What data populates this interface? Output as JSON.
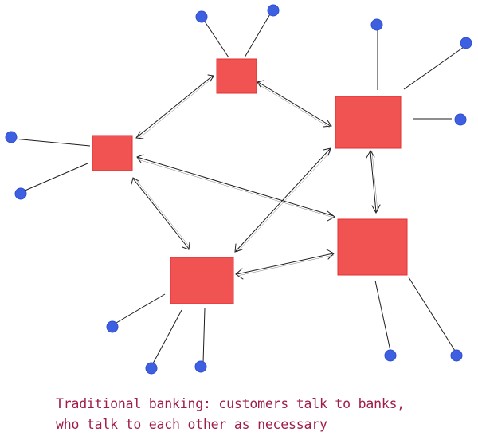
{
  "caption": {
    "line1": "Traditional banking: customers talk to banks,",
    "line2": "who talk to each other as necessary"
  },
  "colors": {
    "bank_fill": "#f15353",
    "customer_fill": "#3d5fe0",
    "connector": "#1e1e1e",
    "caption_text": "#a01d4b"
  },
  "diagram": {
    "banks": [
      {
        "id": "bank-top"
      },
      {
        "id": "bank-left"
      },
      {
        "id": "bank-right-upper"
      },
      {
        "id": "bank-right-lower"
      },
      {
        "id": "bank-bottom"
      }
    ],
    "bank_links": [
      {
        "from": "bank-top",
        "to": "bank-left",
        "bidirectional": true
      },
      {
        "from": "bank-top",
        "to": "bank-right-upper",
        "bidirectional": true
      },
      {
        "from": "bank-left",
        "to": "bank-bottom",
        "bidirectional": true
      },
      {
        "from": "bank-left",
        "to": "bank-right-lower",
        "bidirectional": true
      },
      {
        "from": "bank-right-upper",
        "to": "bank-right-lower",
        "bidirectional": true
      },
      {
        "from": "bank-right-upper",
        "to": "bank-bottom",
        "bidirectional": true
      },
      {
        "from": "bank-bottom",
        "to": "bank-right-lower",
        "bidirectional": true
      }
    ],
    "customers_per_bank": {
      "bank-top": 2,
      "bank-left": 2,
      "bank-right-upper": 3,
      "bank-right-lower": 2,
      "bank-bottom": 3
    }
  }
}
